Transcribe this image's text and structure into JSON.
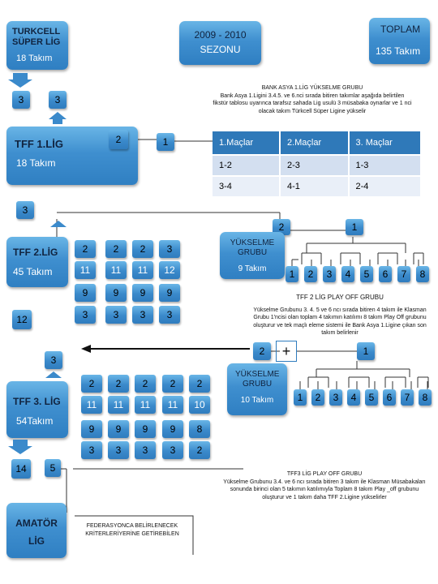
{
  "header": {
    "left_title": "TURKCELL SÜPER LİG",
    "left_sub": "18 Takım",
    "center_title": "2009 - 2010",
    "center_sub": "SEZONU",
    "right_title": "TOPLAM",
    "right_sub": "135 Takım"
  },
  "superlig": {
    "down": "3",
    "up": "3"
  },
  "bank_asya_note": {
    "title": "BANK ASYA 1.LİG YÜKSELME GRUBU",
    "body": "Bank Asya 1.Ligini 3.4.5. ve 6.nci sırada bitiren takımlar aşağıda belirtilen fikstür tablosu uyarınca tarafsız sahada Lig usulü 3 müsabaka oynarlar ve 1 nci olacak takım Türkcell Süper Ligine yükselir"
  },
  "tff1": {
    "title": "TFF 1.LİG",
    "sub": "18 Takım",
    "sq_a": "2",
    "sq_b": "1",
    "down": "3"
  },
  "fixture": {
    "headers": [
      "1.Maçlar",
      "2.Maçlar",
      "3. Maçlar"
    ],
    "rows": [
      [
        "1-2",
        "2-3",
        "1-3"
      ],
      [
        "3-4",
        "4-1",
        "2-4"
      ]
    ]
  },
  "tff2": {
    "title": "TFF 2.LİG",
    "sub": "45 Takım",
    "rows": [
      [
        "2",
        "2",
        "2",
        "3"
      ],
      [
        "11",
        "11",
        "11",
        "12"
      ],
      [
        "9",
        "9",
        "9",
        "9"
      ],
      [
        "3",
        "3",
        "3",
        "3"
      ]
    ],
    "down": "12",
    "promo_top": [
      "2",
      "1"
    ],
    "promo_box_title": "YÜKSELME GRUBU",
    "promo_box_sub": "9 Takım",
    "bracket": [
      "1",
      "2",
      "3",
      "4",
      "5",
      "6",
      "7",
      "8"
    ],
    "playoff_title": "TFF 2 LİG PLAY OFF GRUBU",
    "playoff_body": "Yükselme Grubunu 3. 4. 5 ve 6 ncı sırada bitiren 4 takım ile Klasman Grubu 1'ncisi olan toplam 4 takımın katılımı 8 takım Play Off grubunu oluşturur ve tek maçlı eleme sistemi ile Bank Asya 1.Ligine çıkan son takım belirlenir",
    "plus_row": [
      "2",
      "+",
      "1"
    ]
  },
  "tff3": {
    "title": "TFF 3. LİG",
    "sub": "54Takım",
    "up": "3",
    "rows": [
      [
        "2",
        "2",
        "2",
        "2",
        "2"
      ],
      [
        "11",
        "11",
        "11",
        "11",
        "10"
      ],
      [
        "9",
        "9",
        "9",
        "9",
        "8"
      ],
      [
        "3",
        "3",
        "3",
        "3",
        "2"
      ]
    ],
    "down": "14",
    "promo_box_title": "YÜKSELME GRUBU",
    "promo_box_sub": "10 Takım",
    "bracket": [
      "1",
      "2",
      "3",
      "4",
      "5",
      "6",
      "7",
      "8"
    ],
    "playoff_title": "TFF3 LİG PLAY OFF GRUBU",
    "playoff_body": "Yükselme Grubunu 3.4. ve 6 ncı sırada bitiren 3 takım ile Klasman Müsabakaları sonunda birinci olan 5 takımın katılımıyla Toplam 8 takım Play _off grubunu oluşturur ve 1 takım daha TFF 2.Ligine yükselirler",
    "side": "5"
  },
  "amator": {
    "title": "AMATÖR LİG"
  },
  "federasyon_note": "FEDERASYONCA BELİRLENECEK KRİTERLERİYERİNE GETİREBİLEN"
}
